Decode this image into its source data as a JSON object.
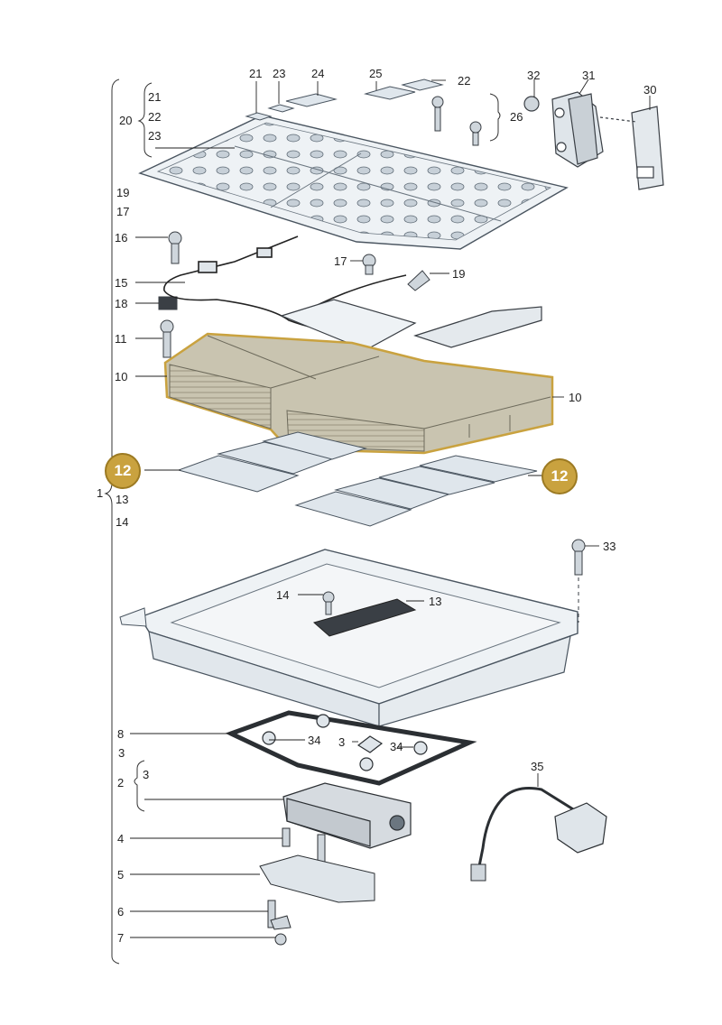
{
  "labels": {
    "l20": "20",
    "l21a": "21",
    "l22a": "22",
    "l23a": "23",
    "t21": "21",
    "t23": "23",
    "t24": "24",
    "t25": "25",
    "t22": "22",
    "t32": "32",
    "t31": "31",
    "t30": "30",
    "t26": "26",
    "l19": "19",
    "l17": "17",
    "l16": "16",
    "l15": "15",
    "l18": "18",
    "l11": "11",
    "l10": "10",
    "t17": "17",
    "t19": "19",
    "r10": "10",
    "l1": "1",
    "l13": "13",
    "l14": "14",
    "t33": "33",
    "t14": "14",
    "t13": "13",
    "l8": "8",
    "l3": "3",
    "l2": "2",
    "l2b": "3",
    "t34a": "34",
    "t3": "3",
    "t34b": "34",
    "t35": "35",
    "l4": "4",
    "l5": "5",
    "l6": "6",
    "l7": "7"
  },
  "badges": {
    "left": "12",
    "right": "12"
  },
  "colors": {
    "highlight": "#c9a23f",
    "parts_fill": "#e9eef3",
    "parts_stroke": "#4a5560",
    "battery_fill": "#c7c3b2",
    "dark_part": "#3a3f45"
  }
}
